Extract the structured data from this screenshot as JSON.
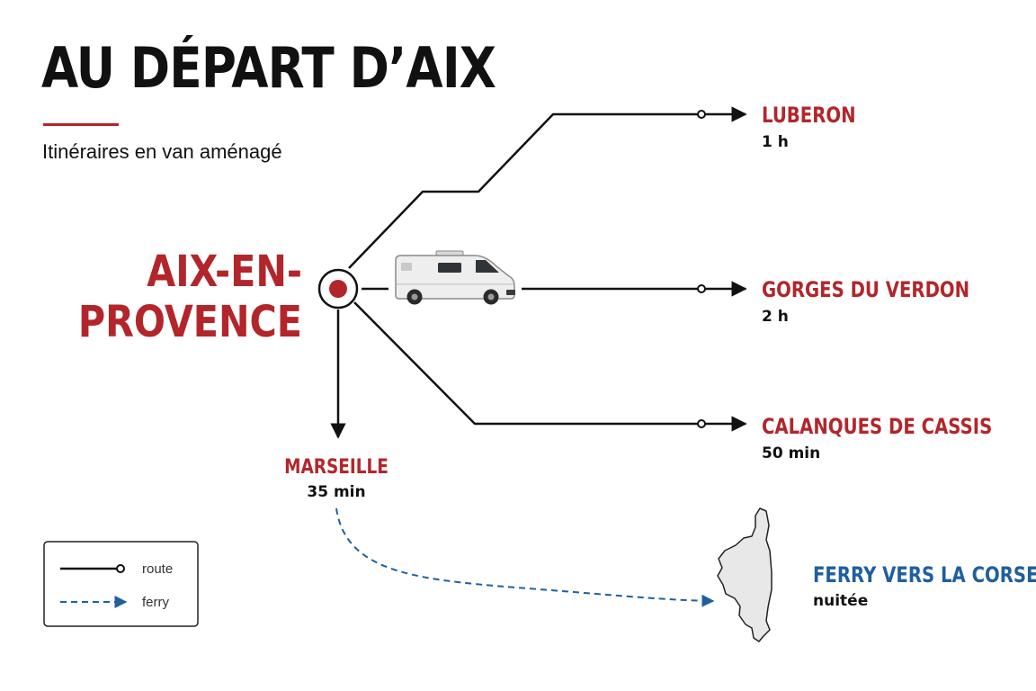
{
  "header": {
    "title": "AU DÉPART D’AIX",
    "subtitle": "Itinéraires en van aménagé"
  },
  "origin": {
    "line1": "AIX-EN-",
    "line2": "PROVENCE"
  },
  "destinations": [
    {
      "name": "LUBERON",
      "time": "1 h"
    },
    {
      "name": "GORGES DU VERDON",
      "time": "2 h"
    },
    {
      "name": "CALANQUES DE CASSIS",
      "time": "50 min"
    },
    {
      "name": "MARSEILLE",
      "time": "35 min"
    }
  ],
  "ferry": {
    "name": "FERRY VERS LA CORSE",
    "note": "nuitée"
  },
  "legend": {
    "route_label": "route",
    "ferry_label": "ferry"
  },
  "colors": {
    "accent_red": "#b2262b",
    "ferry_blue": "#1f5f9e",
    "ink": "#111111"
  },
  "icons": [
    "campervan-icon",
    "origin-marker-icon",
    "corsica-island-icon",
    "arrow-icon"
  ]
}
